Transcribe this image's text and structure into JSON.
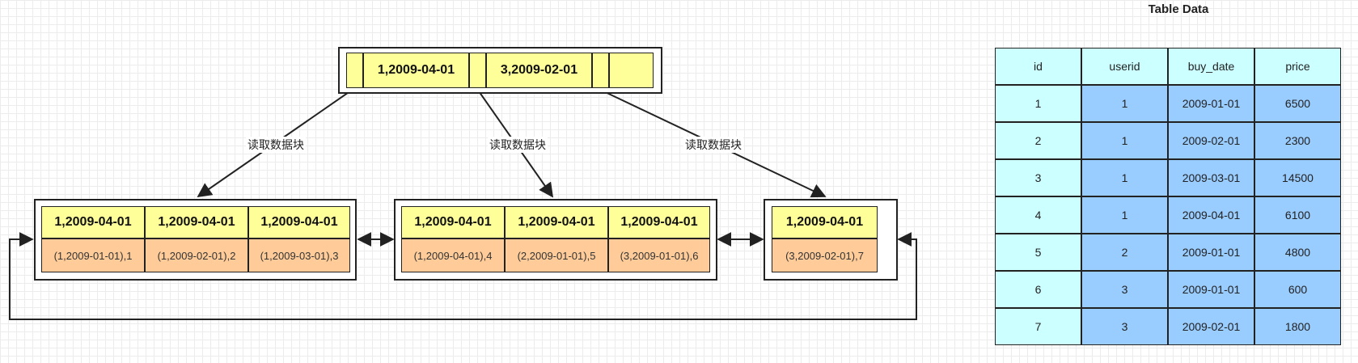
{
  "edge_label": "读取数据块",
  "root_node": {
    "keys": [
      "1,2009-04-01",
      "3,2009-02-01"
    ]
  },
  "leaf_nodes": [
    {
      "keys": [
        "1,2009-04-01",
        "1,2009-04-01",
        "1,2009-04-01"
      ],
      "records": [
        "(1,2009-01-01),1",
        "(1,2009-02-01),2",
        "(1,2009-03-01),3"
      ]
    },
    {
      "keys": [
        "1,2009-04-01",
        "1,2009-04-01",
        "1,2009-04-01"
      ],
      "records": [
        "(1,2009-04-01),4",
        "(2,2009-01-01),5",
        "(3,2009-01-01),6"
      ]
    },
    {
      "keys": [
        "1,2009-04-01"
      ],
      "records": [
        "(3,2009-02-01),7"
      ]
    }
  ],
  "table": {
    "title": "Table Data",
    "columns": [
      "id",
      "userid",
      "buy_date",
      "price"
    ],
    "rows": [
      [
        "1",
        "1",
        "2009-01-01",
        "6500"
      ],
      [
        "2",
        "1",
        "2009-02-01",
        "2300"
      ],
      [
        "3",
        "1",
        "2009-03-01",
        "14500"
      ],
      [
        "4",
        "1",
        "2009-04-01",
        "6100"
      ],
      [
        "5",
        "2",
        "2009-01-01",
        "4800"
      ],
      [
        "6",
        "3",
        "2009-01-01",
        "600"
      ],
      [
        "7",
        "3",
        "2009-02-01",
        "1800"
      ]
    ],
    "colors": {
      "id": "#ccffff",
      "userid": "#99ccff",
      "buy_date": "#99ccff",
      "price": "#99ccff",
      "header": "#ccffff"
    }
  },
  "colors": {
    "key": "#ffff99",
    "record": "#ffcc99",
    "line": "#222222"
  }
}
